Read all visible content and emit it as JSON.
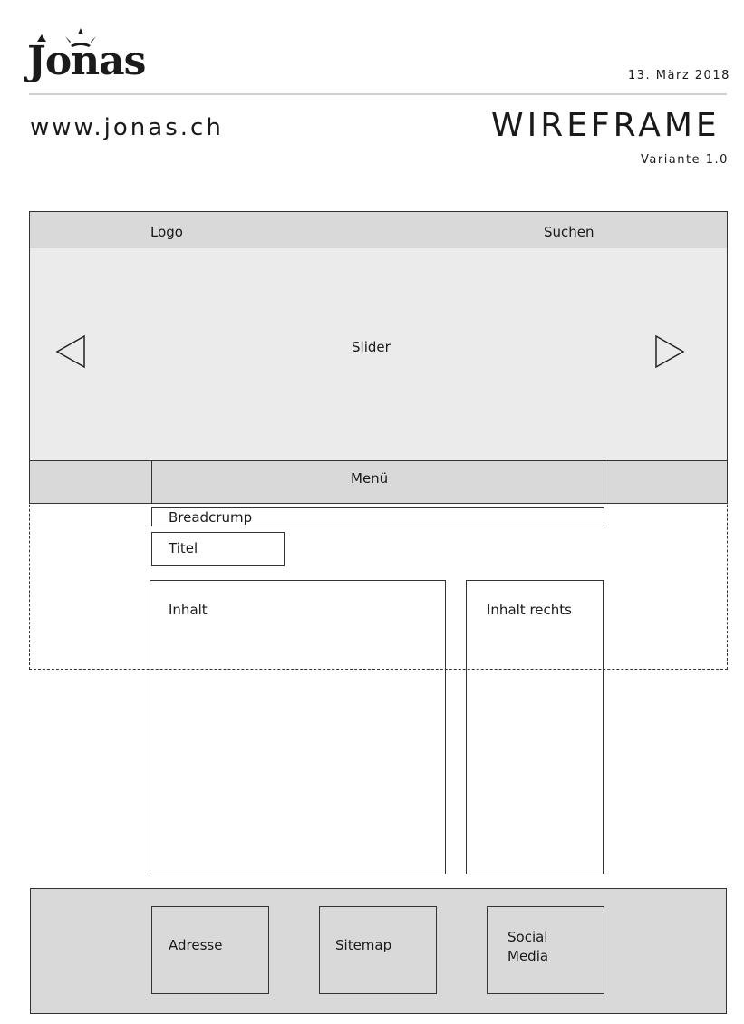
{
  "header": {
    "logo_text": "Jonas",
    "date": "13. März 2018",
    "url": "www.jonas.ch",
    "title": "WIREFRAME",
    "variant": "Variante 1.0"
  },
  "wireframe": {
    "logo": "Logo",
    "search": "Suchen",
    "slider": "Slider",
    "menu": "Menü",
    "breadcrumb": "Breadcrump",
    "title": "Titel",
    "content": "Inhalt",
    "content_right": "Inhalt rechts",
    "footer": {
      "address": "Adresse",
      "sitemap": "Sitemap",
      "social_line1": "Social",
      "social_line2": "Media"
    }
  }
}
